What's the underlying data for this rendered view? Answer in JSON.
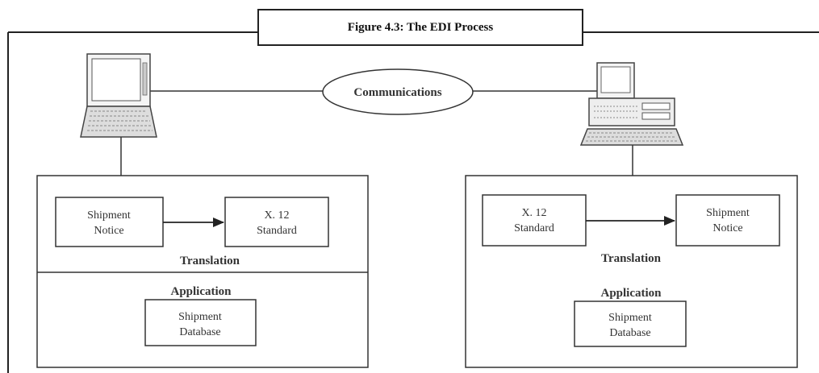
{
  "figure_title": "Figure 4.3: The EDI Process",
  "communications_label": "Communications",
  "left": {
    "source_box": [
      "Shipment",
      "Notice"
    ],
    "target_box": [
      "X. 12",
      "Standard"
    ],
    "translation_label": "Translation",
    "application_label": "Application",
    "database_box": [
      "Shipment",
      "Database"
    ]
  },
  "right": {
    "source_box": [
      "X. 12",
      "Standard"
    ],
    "target_box": [
      "Shipment",
      "Notice"
    ],
    "translation_label": "Translation",
    "application_label": "Application",
    "database_box": [
      "Shipment",
      "Database"
    ]
  },
  "icons": {
    "left_computer": "laptop-icon",
    "right_computer": "desktop-computer-icon"
  }
}
